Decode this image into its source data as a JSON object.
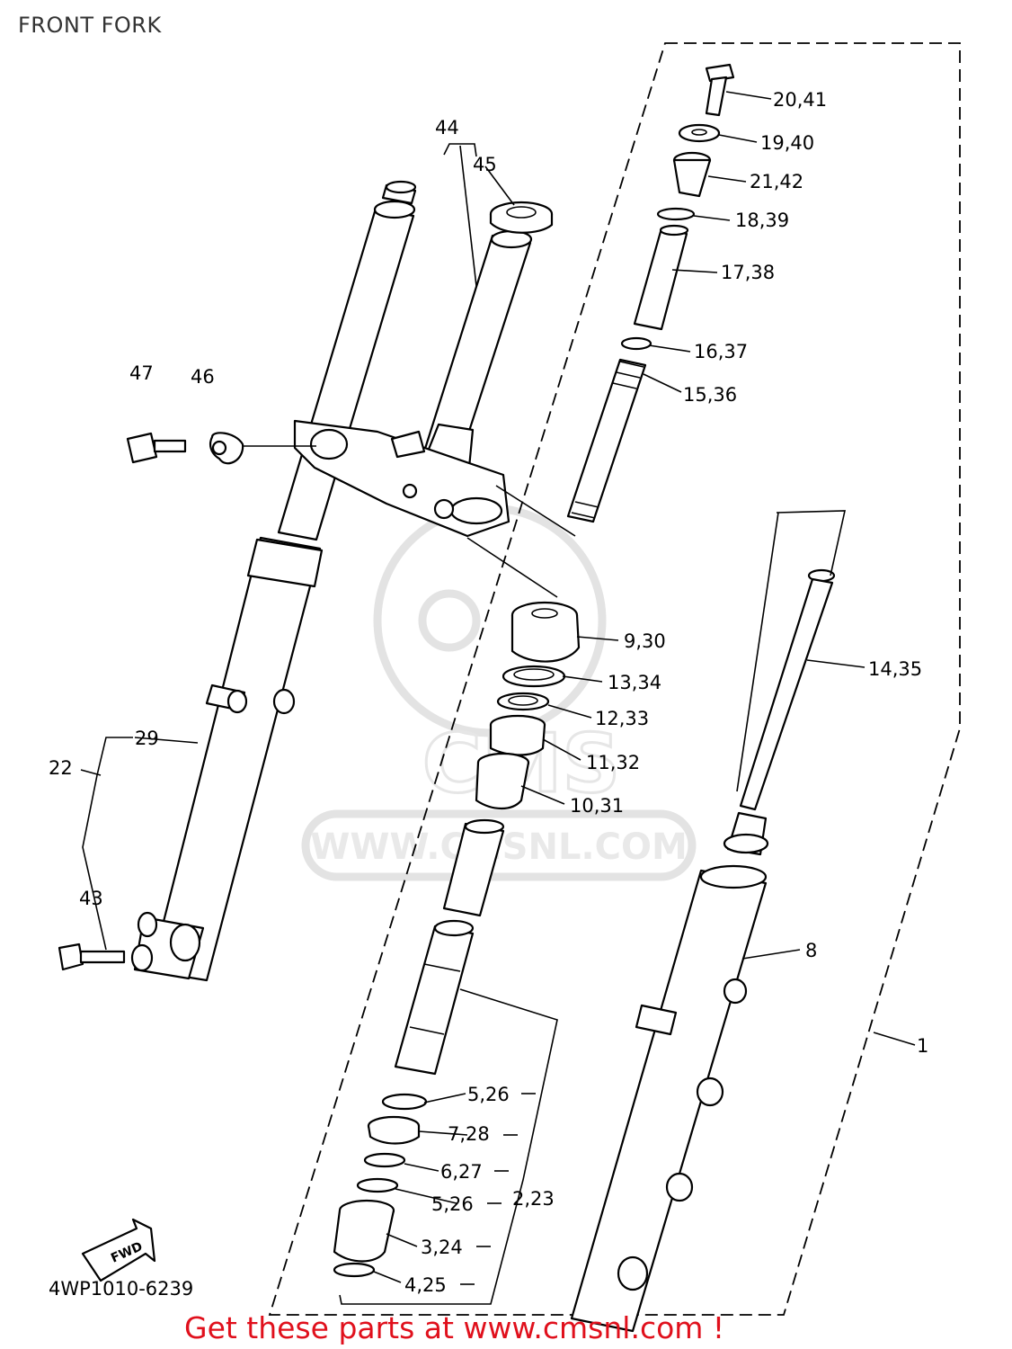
{
  "title": "FRONT FORK",
  "watermark": {
    "text": "WWW.CMSNL.COM",
    "badge": "CMS"
  },
  "drawing_code": "4WP1010-6239",
  "fwd_label": "FWD",
  "footer_cta": "Get these parts at www.cmsnl.com !",
  "callouts": {
    "c20_41": "20,41",
    "c19_40": "19,40",
    "c21_42": "21,42",
    "c18_39": "18,39",
    "c17_38": "17,38",
    "c16_37": "16,37",
    "c15_36": "15,36",
    "c44": "44",
    "c45": "45",
    "c47": "47",
    "c46": "46",
    "c9_30": "9,30",
    "c13_34": "13,34",
    "c12_33": "12,33",
    "c11_32": "11,32",
    "c10_31": "10,31",
    "c14_35": "14,35",
    "c29": "29",
    "c22": "22",
    "c43": "43",
    "c8": "8",
    "c1": "1",
    "c5_26a": "5,26",
    "c7_28": "7,28",
    "c6_27": "6,27",
    "c5_26b": "5,26",
    "c2_23": "2,23",
    "c3_24": "3,24",
    "c4_25": "4,25"
  },
  "colors": {
    "line": "#000000",
    "footer_text": "#e0101c",
    "watermark": "#e3e3e3"
  }
}
